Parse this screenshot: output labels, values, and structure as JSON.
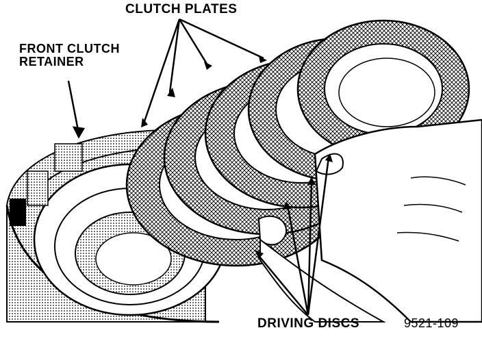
{
  "labels": {
    "clutch_plates": "CLUTCH PLATES",
    "front_clutch_retainer_line1": "FRONT CLUTCH",
    "front_clutch_retainer_line2": "RETAINER",
    "driving_discs": "DRIVING DISCS",
    "figure_number": "9521-109"
  }
}
